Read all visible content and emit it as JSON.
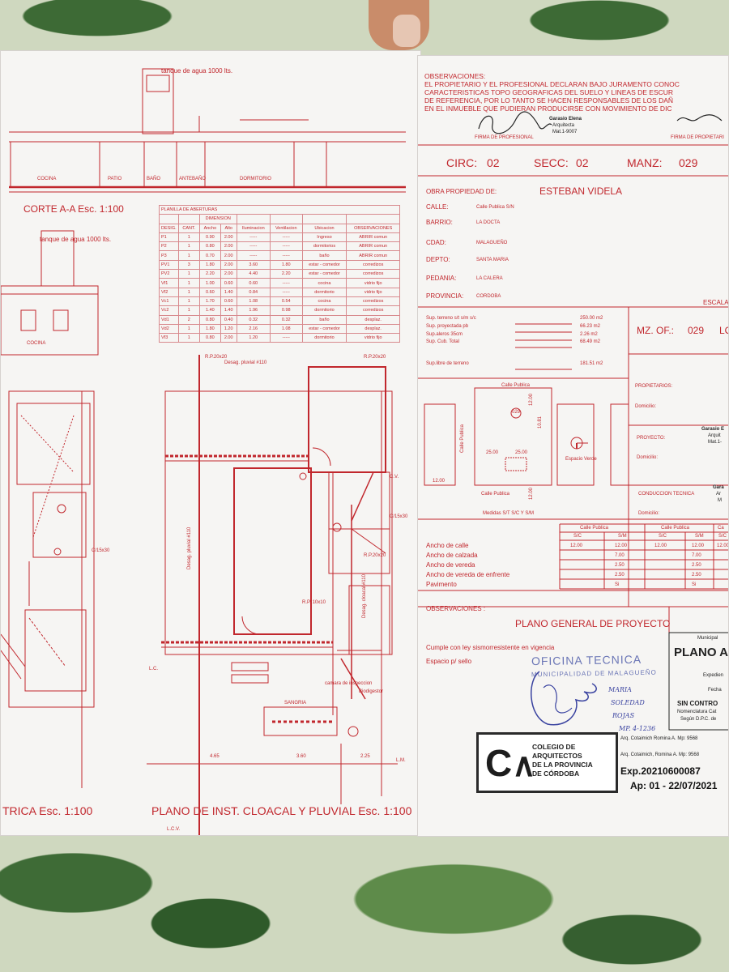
{
  "left_sheet": {
    "section_title": "CORTE A-A  Esc. 1:100",
    "bottom_title_left": "TRICA  Esc. 1:100",
    "bottom_title_main": "PLANO DE INST. CLOACAL Y PLUVIAL  Esc. 1:100",
    "tank_label": "tanque de agua 1000 lts.",
    "tank_label_2": "tanque de agua 1000 lts.",
    "rooms": {
      "cocina": "COCINA",
      "patio": "PATIO",
      "bano": "BAÑO",
      "antebano": "ANTEBAÑO",
      "dormitorio": "DORMITORIO",
      "cocina_2": "COCINA",
      "sanidad": "SANGRIA"
    },
    "plumbing_labels": {
      "desag_pluvial_top": "Desag. pluvial #110",
      "desag_pluvial_side": "Desag. pluvial #110",
      "desag_cloacal": "Desag. cloacal #110",
      "camara": "camara de inspeccion",
      "biodigestor": "Biodigestor",
      "cs15x30": "C/15x30",
      "cs15x30_b": "C/15x30",
      "rp20x20": "R.P.20x20",
      "rp20x20_b": "R.P.20x20",
      "rp20x20_c": "R.P.20x20",
      "rp10x10": "R.P. 10x10",
      "pv": "C.V.",
      "lc": "L.C.",
      "lm": "L.M.",
      "lcv": "L.C.V.",
      "dim_465": "4.65",
      "dim_360": "3.60",
      "dim_225": "2.25"
    },
    "openings_table": {
      "title": "PLANILLA DE ABERTURAS",
      "dimension_header": "DIMENSION",
      "headers": [
        "DESIG.",
        "CANT.",
        "Ancho",
        "Alto",
        "Iluminacion",
        "Ventilacion",
        "Ubicacion",
        "OBSERVACIONES"
      ],
      "rows": [
        [
          "P1",
          "1",
          "0.90",
          "2.00",
          "-----",
          "-----",
          "Ingreso",
          "ABRIR comun"
        ],
        [
          "P2",
          "1",
          "0.80",
          "2.00",
          "-----",
          "-----",
          "dormitorios",
          "ABRIR comun"
        ],
        [
          "P3",
          "1",
          "0.70",
          "2.00",
          "-----",
          "-----",
          "baño",
          "ABRIR comun"
        ],
        [
          "PV1",
          "3",
          "1.80",
          "2.00",
          "3.60",
          "1.80",
          "estar - comedor",
          "corredizos"
        ],
        [
          "PV2",
          "1",
          "2.20",
          "2.00",
          "4.40",
          "2.20",
          "estar - comedor",
          "corredizos"
        ],
        [
          "Vf1",
          "1",
          "1.00",
          "0.60",
          "0.60",
          "-----",
          "cocina",
          "vidrio fijo"
        ],
        [
          "Vf2",
          "1",
          "0.60",
          "1.40",
          "0.84",
          "-----",
          "dormitorio",
          "vidrio fijo"
        ],
        [
          "Vc1",
          "1",
          "1.70",
          "0.60",
          "1.08",
          "0.54",
          "cocina",
          "corredizos"
        ],
        [
          "Vc2",
          "1",
          "1.40",
          "1.40",
          "1.96",
          "0.98",
          "dormitorio",
          "corredizos"
        ],
        [
          "Vd1",
          "2",
          "0.80",
          "0.40",
          "0.32",
          "0.32",
          "baño",
          "desplaz."
        ],
        [
          "Vd2",
          "1",
          "1.80",
          "1.20",
          "2.16",
          "1.08",
          "estar - comedor",
          "desplaz."
        ],
        [
          "Vf3",
          "1",
          "0.80",
          "2.00",
          "1.20",
          "-----",
          "dormitorio",
          "vidrio fijo"
        ]
      ]
    }
  },
  "right_sheet": {
    "observaciones_title": "OBSERVACIONES:",
    "declaration_lines": [
      "EL PROPIETARIO Y EL PROFESIONAL DECLARAN BAJO JURAMENTO CONOC",
      "CARACTERISTICAS TOPO GEOGRAFICAS DEL SUELO Y  LINEAS DE ESCUR",
      "DE REFERENCIA, POR LO TANTO SE HACEN RESPONSABLES DE LOS DAÑ",
      "EN EL INMUEBLE QUE PUDIERAN PRODUCIRSE CON MOVIMIENTO DE DIC"
    ],
    "firma_profesional": "FIRMA DE PROFESIONAL",
    "firma_propietario": "FIRMA DE PROPIETARI",
    "professional_stamp": [
      "Garasio Elena",
      "Arquitecta",
      "Mat.1-9007"
    ],
    "circ_label": "CIRC:",
    "circ_value": "02",
    "secc_label": "SECC:",
    "secc_value": "02",
    "manz_label": "MANZ:",
    "manz_value": "029",
    "obra_label": "OBRA PROPIEDAD DE:",
    "obra_value": "ESTEBAN VIDELA",
    "calle_label": "CALLE:",
    "calle_value": "Calle Publica S/N",
    "barrio_label": "BARRIO:",
    "barrio_value": "LA DOCTA",
    "cdad_label": "CDAD:",
    "cdad_value": "MALAGUEÑO",
    "depto_label": "DEPTO:",
    "depto_value": "SANTA MARIA",
    "pedania_label": "PEDANIA:",
    "pedania_value": "LA CALERA",
    "provincia_label": "PROVINCIA:",
    "provincia_value": "CORDOBA",
    "escala": "ESCALA",
    "surfaces": [
      {
        "label": "Sup. terreno  s/t s/m s/c",
        "value": "250.00  m2"
      },
      {
        "label": "Sup. proyectada pb",
        "value": "66.23  m2"
      },
      {
        "label": "Sup.aleros 35cm",
        "value": "2.26  m2"
      },
      {
        "label": "Sup. Cub. Total",
        "value": "68.49  m2"
      },
      {
        "label": "Sup.libre de terreno",
        "value": "181.51  m2"
      }
    ],
    "mz_of_label": "MZ. OF.:",
    "mz_of_value": "029",
    "lo_label": "LO",
    "location": {
      "calle_publica_top": "Calle Publica",
      "calle_publica_left": "Calle Publica",
      "calle_publica_bottom": "Calle Publica",
      "lot_number": "029",
      "espacio_verde": "Espacio Verde",
      "dim_1200_a": "12.00",
      "dim_1200_b": "12.00",
      "dim_1200_c": "12.00",
      "dim_2500_a": "25.00",
      "dim_2500_b": "25.00",
      "dim_1081": "10.81",
      "medidas": "Medidas S/T S/C Y S/M"
    },
    "propietarios_label": "PROPIETARIOS:",
    "domicilio_1": "Domicilio:",
    "proyecto_label": "PROYECTO:",
    "domicilio_2": "Domicilio:",
    "conduccion_label": "CONDUCCION TECNICA",
    "domicilio_3": "Domicilio:",
    "stamp_garasio_1": [
      "Garasio E",
      "Arquit",
      "Mat.1-"
    ],
    "stamp_garasio_2": [
      "Gara",
      "Ar",
      "M"
    ],
    "street_table": {
      "col_headers": [
        "Calle Publica",
        "Calle Publica",
        "Ca"
      ],
      "sub_headers": [
        "S/C",
        "S/M",
        "S/C",
        "S/M",
        "S/C"
      ],
      "rows": [
        {
          "label": "Ancho de calle",
          "values": [
            "12.00",
            "12.00",
            "12.00",
            "12.00",
            "12.00"
          ]
        },
        {
          "label": "Ancho de calzada",
          "values": [
            "",
            "7.00",
            "",
            "7.00",
            ""
          ]
        },
        {
          "label": "Ancho de vereda",
          "values": [
            "",
            "2.50",
            "",
            "2.50",
            ""
          ]
        },
        {
          "label": "Ancho de vereda de enfrente",
          "values": [
            "",
            "2.50",
            "",
            "2.50",
            ""
          ]
        },
        {
          "label": "Pavimento",
          "values": [
            "",
            "Si",
            "",
            "Si",
            ""
          ]
        }
      ]
    },
    "observaciones_2": "OBSERVACIONES :",
    "plano_general": "PLANO GENERAL DE PROYECTO",
    "cumple": "Cumple con ley sismorresistente en vigencia",
    "espacio_sello": "Espacio p/ sello",
    "oficina_tecnica": "OFICINA TECNICA",
    "municipalidad_stamp": "MUNICIPALIDAD DE MALAGUEÑO",
    "handwritten": [
      "MARIA",
      "SOLEDAD",
      "ROJAS",
      "MP. 4-1236"
    ],
    "municipal_box": {
      "title_small": "Municipal",
      "title_big": "PLANO A",
      "expediente": "Expedien",
      "fecha": "Fecha",
      "sin_control": "SIN CONTRO",
      "nomenclatura": "Nomenclatura Cat",
      "segun": "Según D.P.C. de"
    },
    "arq_line_1": "Arq. Cotaimich Romina A. Mp: 9568",
    "arq_line_2": "Arq. Cotaimich, Romina A. Mp: 9568",
    "ca_logo_lines": [
      "COLEGIO DE",
      "ARQUITECTOS",
      "DE LA PROVINCIA",
      "DE CÓRDOBA"
    ],
    "expediente_number": "Exp.20210600087",
    "aprobacion": "Ap: 01 - 22/07/2021"
  },
  "colors": {
    "drawing_red": "#c1272d",
    "stamp_blue": "#3a43a0",
    "paper": "#f6f5f3"
  }
}
